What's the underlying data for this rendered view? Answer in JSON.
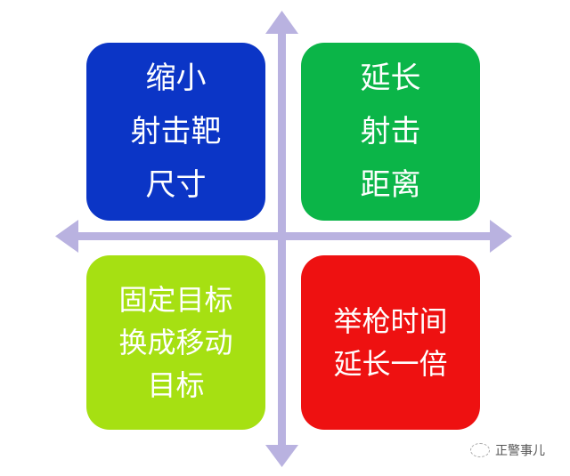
{
  "colors": {
    "axis": "#b9b2e0",
    "q1": "#0b35c6",
    "q2": "#0bb548",
    "q3": "#a6e012",
    "q4": "#ee1111"
  },
  "quadrants": [
    {
      "lines": [
        "缩小",
        "射击靶",
        "尺寸"
      ]
    },
    {
      "lines": [
        "延长",
        "射击",
        "距离"
      ]
    },
    {
      "lines": [
        "固定目标",
        "换成移动",
        "目标"
      ]
    },
    {
      "lines": [
        "举枪时间",
        "延长一倍"
      ]
    }
  ],
  "watermark": {
    "text": "正警事儿",
    "icon": "wechat-icon"
  }
}
